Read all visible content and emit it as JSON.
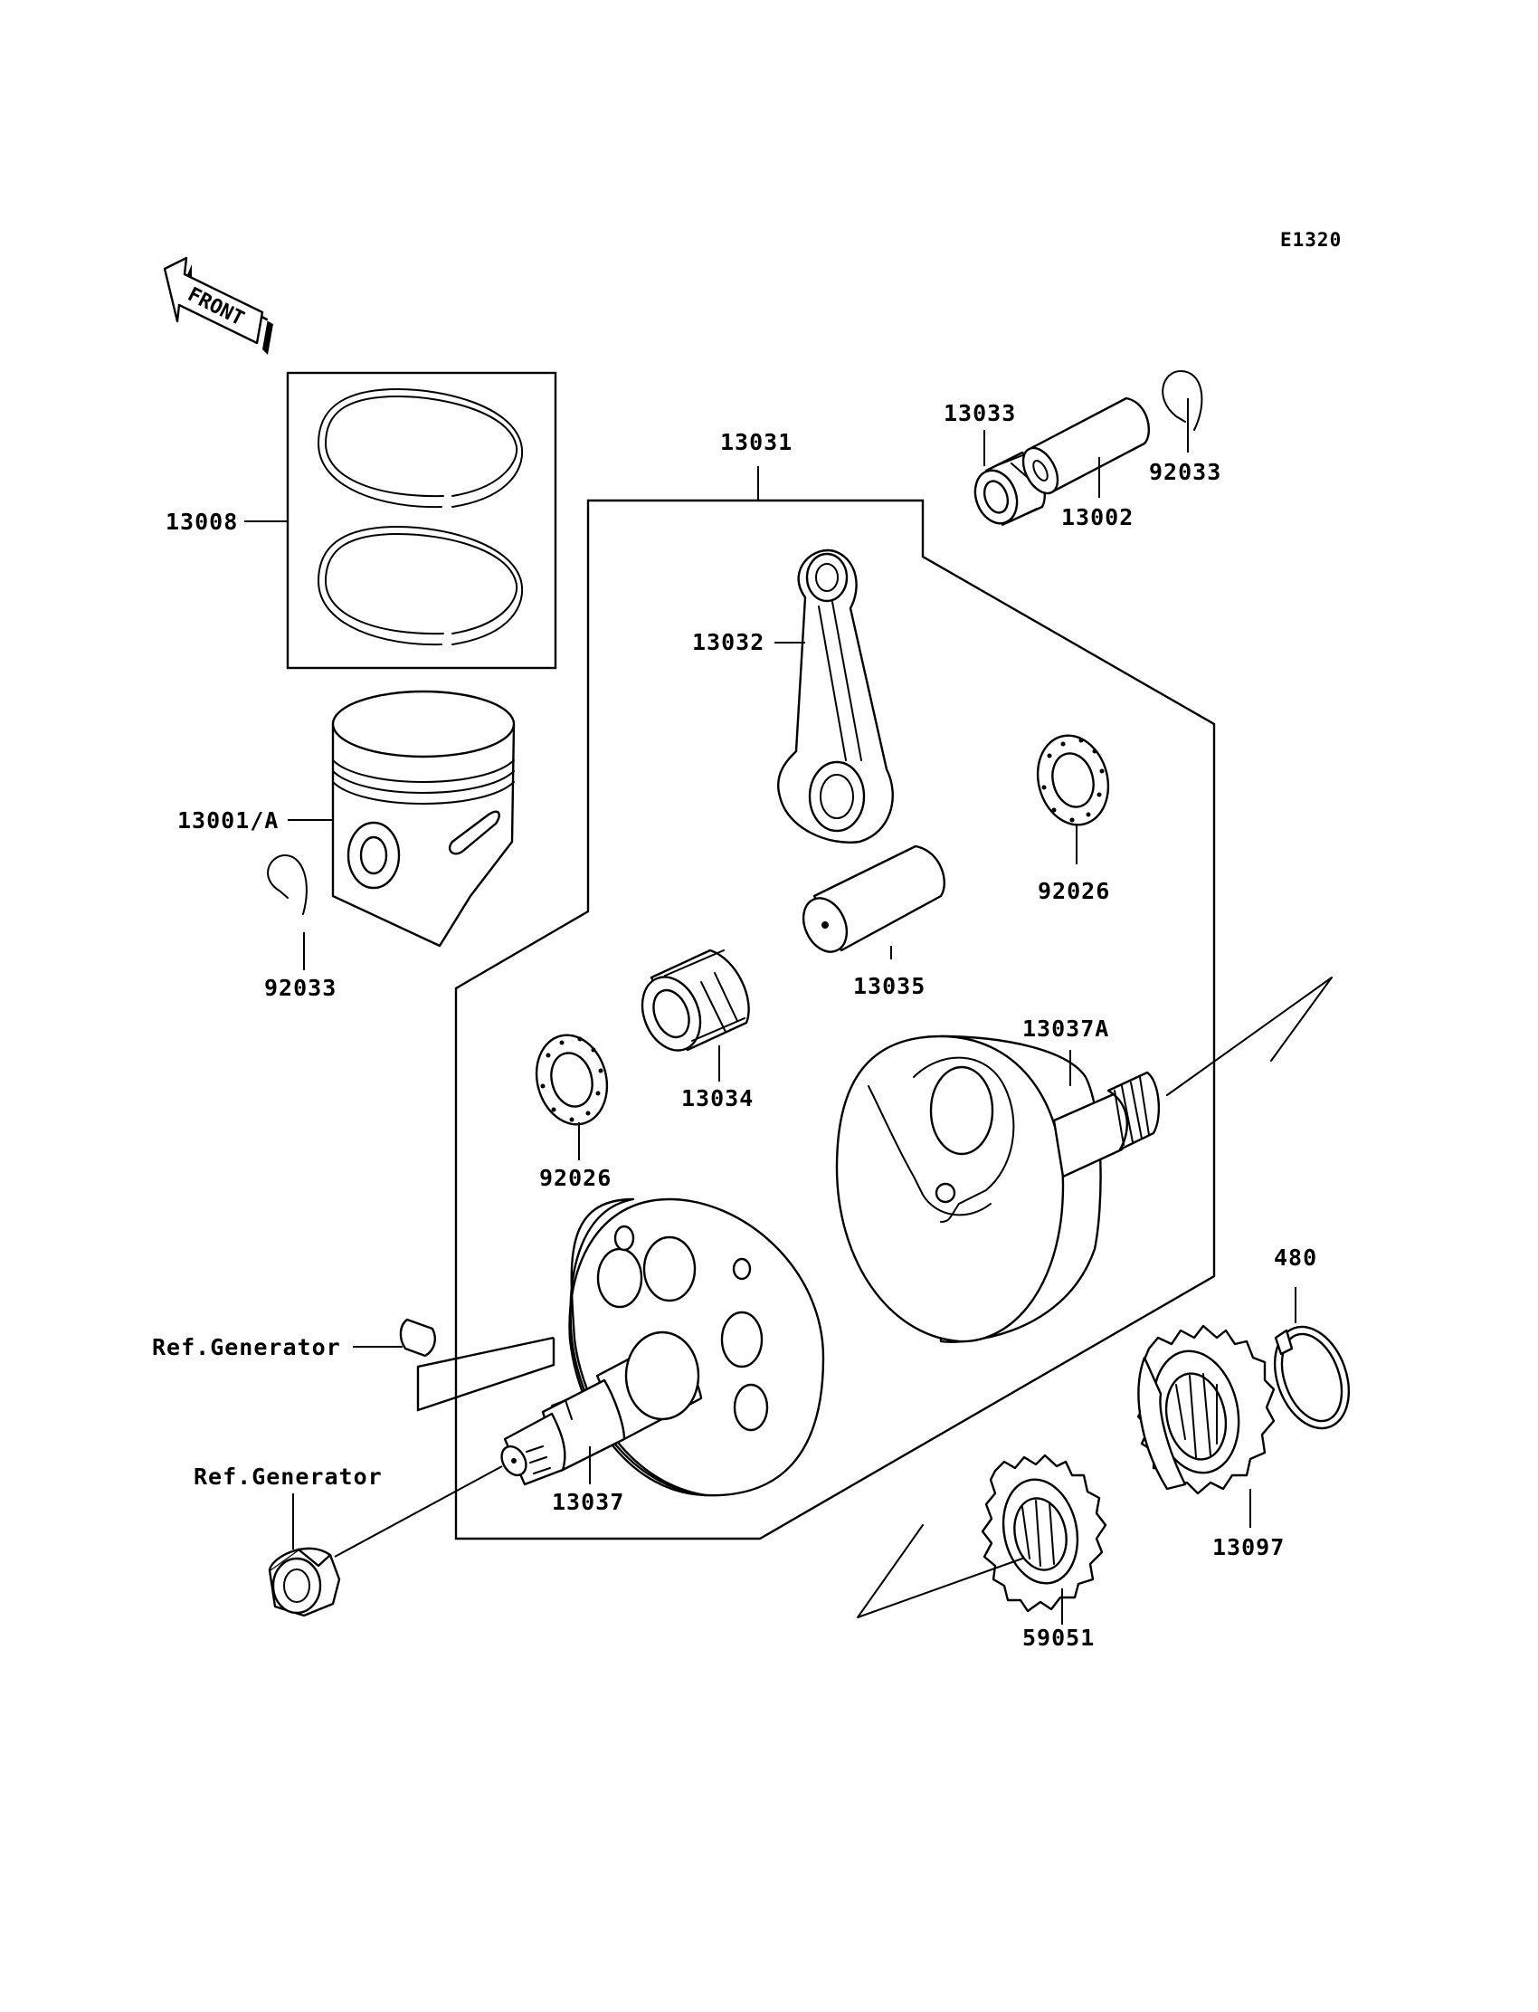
{
  "diagram": {
    "code": "E1320",
    "front_marker": "FRONT",
    "labels": {
      "p13008": "13008",
      "p13001A": "13001/A",
      "p92033_left": "92033",
      "p13031": "13031",
      "p13033": "13033",
      "p13002": "13002",
      "p92033_right": "92033",
      "p13032": "13032",
      "p92026_right": "92026",
      "p13035": "13035",
      "p13034": "13034",
      "p92026_left": "92026",
      "p13037A": "13037A",
      "p480": "480",
      "ref_generator_key": "Ref.Generator",
      "ref_generator_nut": "Ref.Generator",
      "p13037": "13037",
      "p13097": "13097",
      "p59051": "59051"
    }
  }
}
